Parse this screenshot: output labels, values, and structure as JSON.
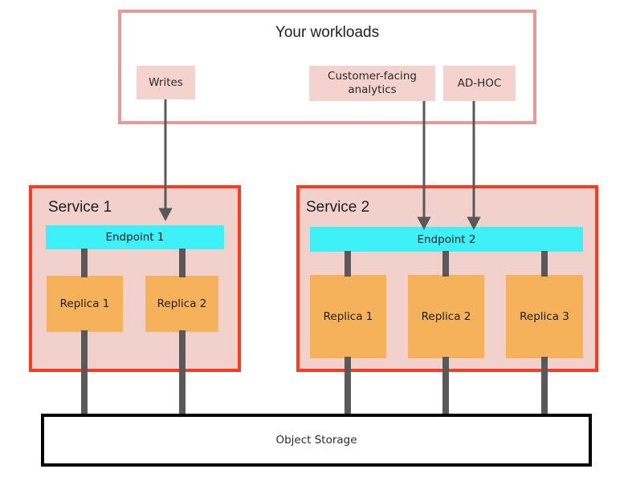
{
  "diagram": {
    "title": "Your workloads",
    "workloads": [
      {
        "id": "writes",
        "label": "Writes"
      },
      {
        "id": "cfa",
        "label": "Customer-facing analytics"
      },
      {
        "id": "ad-hoc",
        "label": "AD-HOC"
      }
    ],
    "services": [
      {
        "id": "service-1",
        "label": "Service 1",
        "endpoint": "Endpoint 1",
        "replicas": [
          "Replica 1",
          "Replica 2"
        ]
      },
      {
        "id": "service-2",
        "label": "Service 2",
        "endpoint": "Endpoint 2",
        "replicas": [
          "Replica 1",
          "Replica 2",
          "Replica 3"
        ]
      }
    ],
    "storage": {
      "label": "Object Storage"
    },
    "colors": {
      "workload_border": "#e79a9a",
      "workload_chip": "#f4d2cd",
      "service_border": "#fc3b21",
      "service_fill": "#f2d1cd",
      "endpoint": "#3ef0f7",
      "replica": "#f5b25b",
      "connector": "#595959",
      "storage_border": "#000000",
      "background": "#ffffff"
    },
    "connections": [
      {
        "from": "writes",
        "to": "Endpoint 1",
        "type": "arrow"
      },
      {
        "from": "cfa",
        "to": "Endpoint 2",
        "type": "arrow"
      },
      {
        "from": "ad-hoc",
        "to": "Endpoint 2",
        "type": "arrow"
      },
      {
        "from": "Endpoint 1",
        "to": "Service 1 / Replica 1",
        "type": "link"
      },
      {
        "from": "Endpoint 1",
        "to": "Service 1 / Replica 2",
        "type": "link"
      },
      {
        "from": "Endpoint 2",
        "to": "Service 2 / Replica 1",
        "type": "link"
      },
      {
        "from": "Endpoint 2",
        "to": "Service 2 / Replica 2",
        "type": "link"
      },
      {
        "from": "Endpoint 2",
        "to": "Service 2 / Replica 3",
        "type": "link"
      },
      {
        "from": "Service 1 / Replica 1",
        "to": "Object Storage",
        "type": "link"
      },
      {
        "from": "Service 1 / Replica 2",
        "to": "Object Storage",
        "type": "link"
      },
      {
        "from": "Service 2 / Replica 1",
        "to": "Object Storage",
        "type": "link"
      },
      {
        "from": "Service 2 / Replica 2",
        "to": "Object Storage",
        "type": "link"
      },
      {
        "from": "Service 2 / Replica 3",
        "to": "Object Storage",
        "type": "link"
      }
    ]
  }
}
